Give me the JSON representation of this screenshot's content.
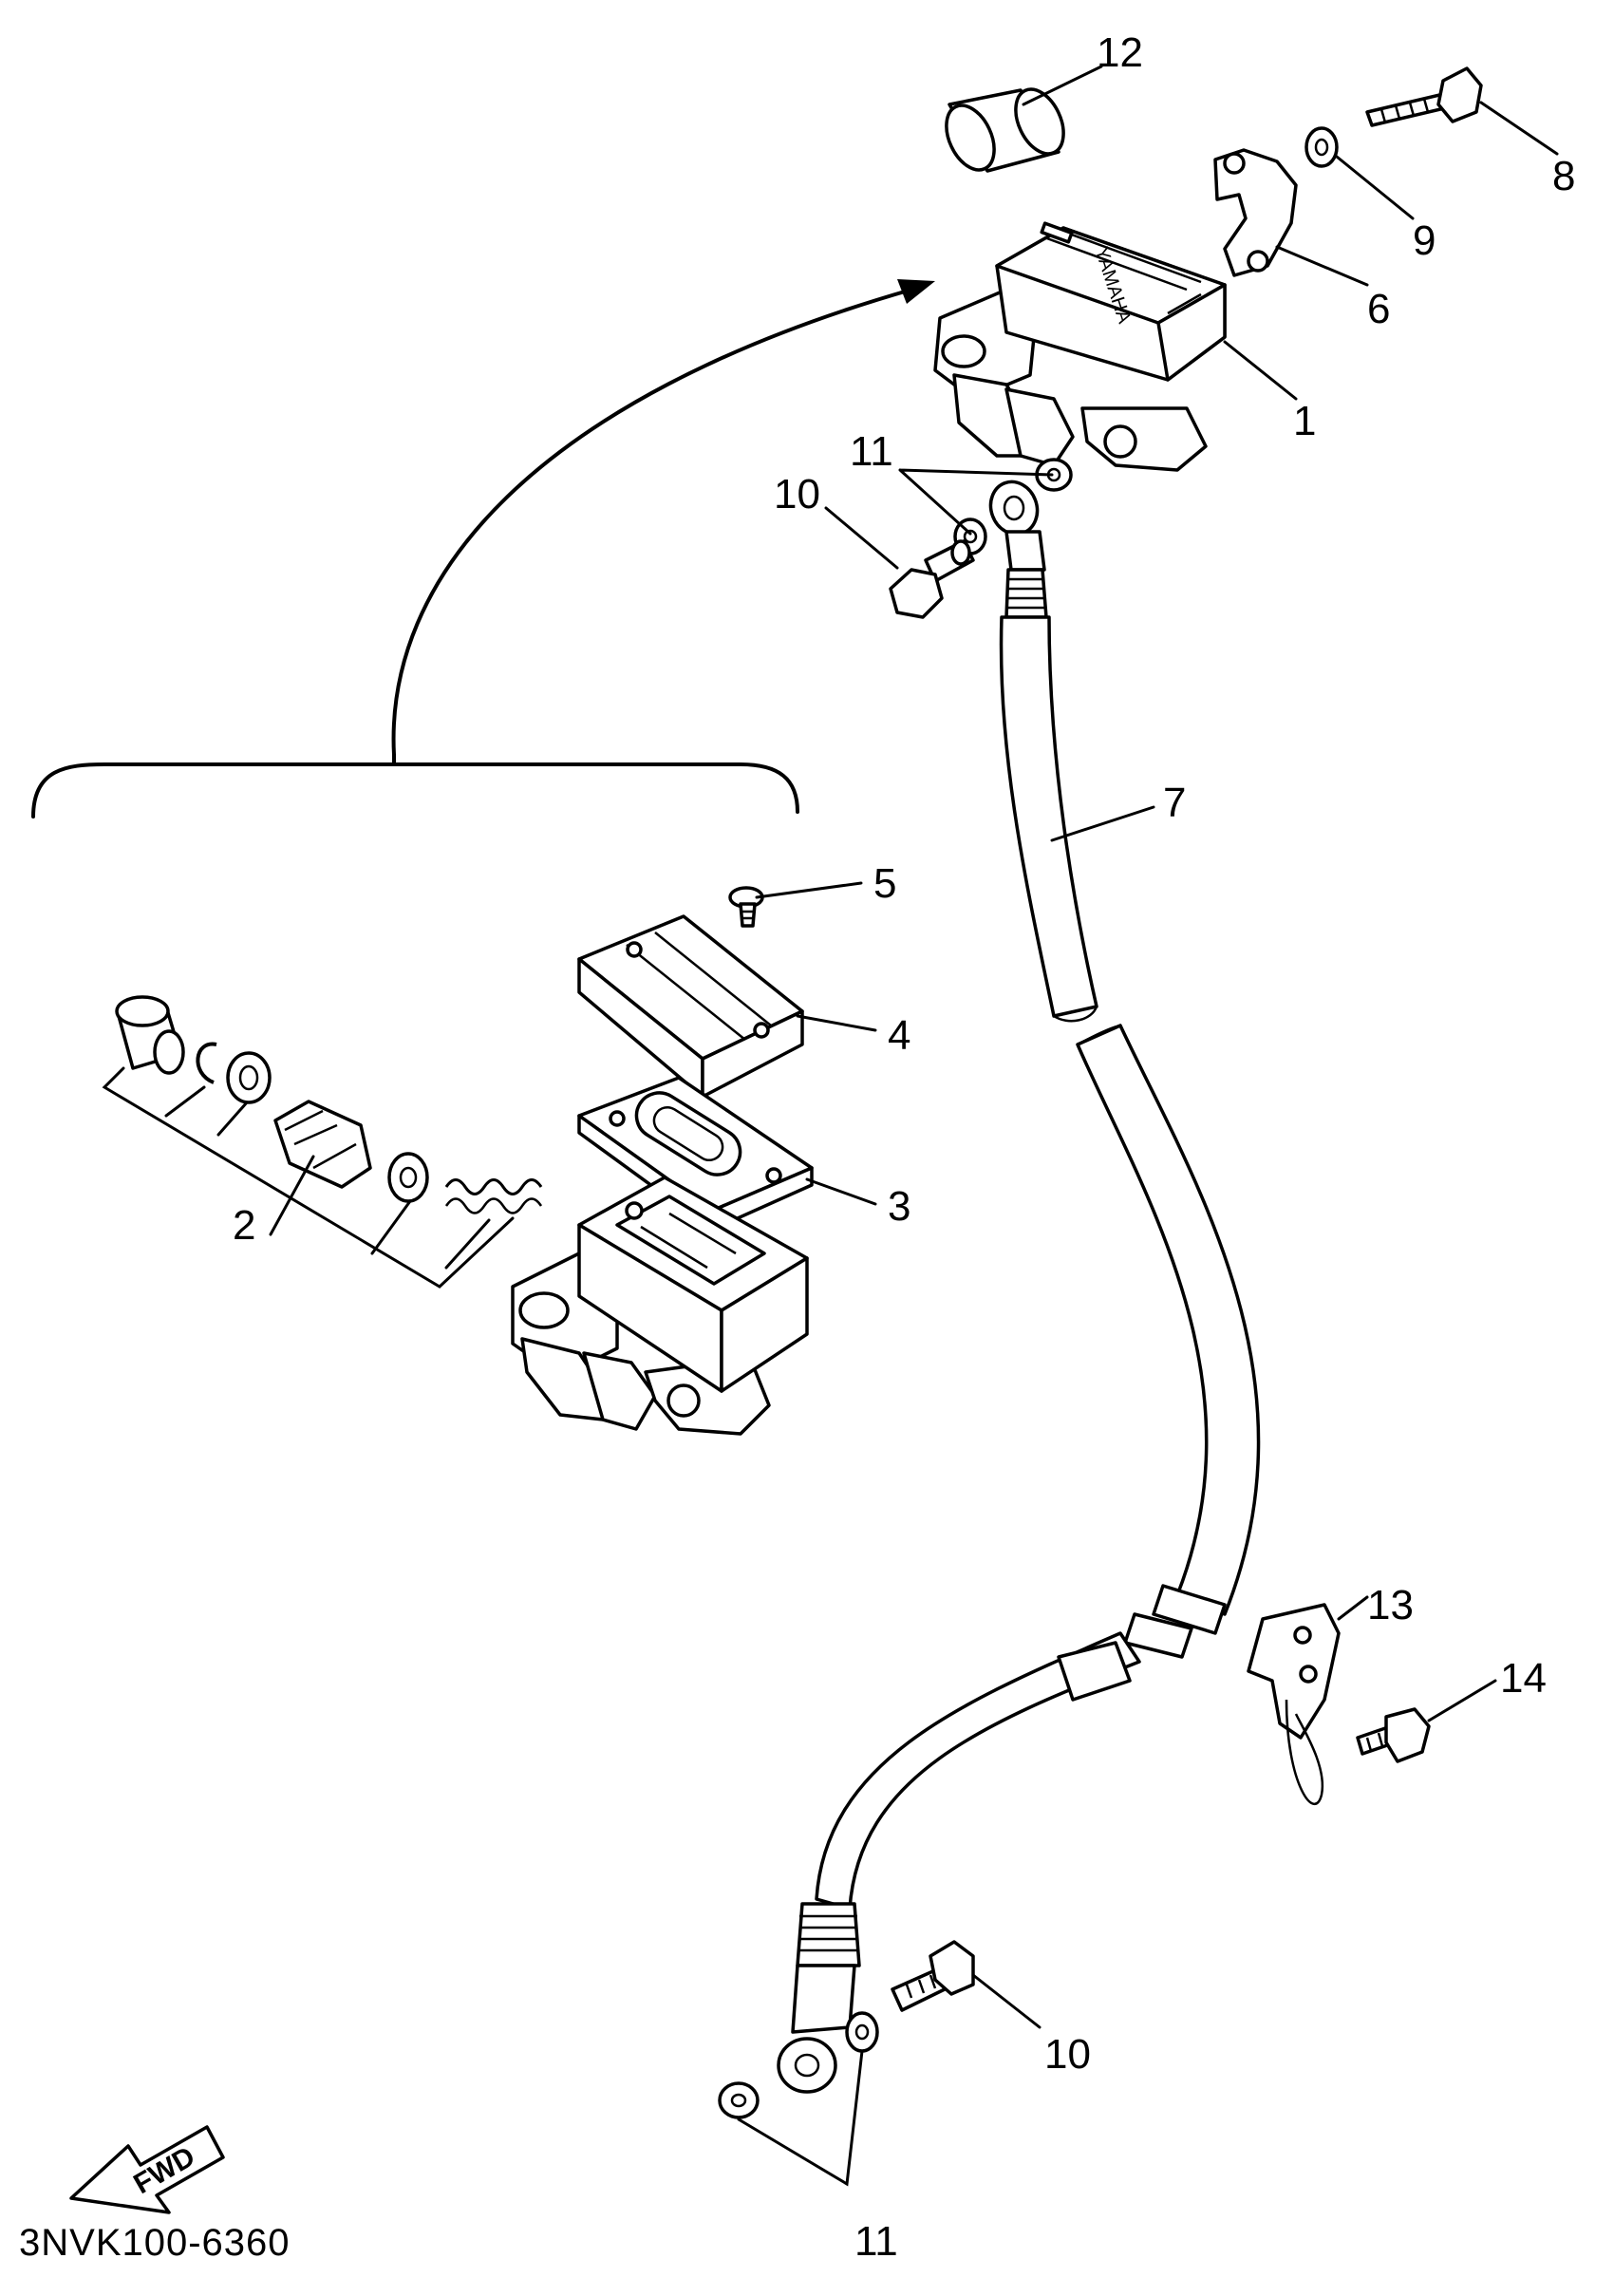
{
  "diagram": {
    "code": "3NVK100-6360",
    "fwd": "FWD",
    "labels": {
      "p1": "1",
      "p2": "2",
      "p3": "3",
      "p4": "4",
      "p5": "5",
      "p6": "6",
      "p7": "7",
      "p8": "8",
      "p9": "9",
      "p10a": "10",
      "p10b": "10",
      "p11a": "11",
      "p11b": "11",
      "p12": "12",
      "p13": "13",
      "p14": "14"
    },
    "reservoir_text": "YAMAHA"
  }
}
